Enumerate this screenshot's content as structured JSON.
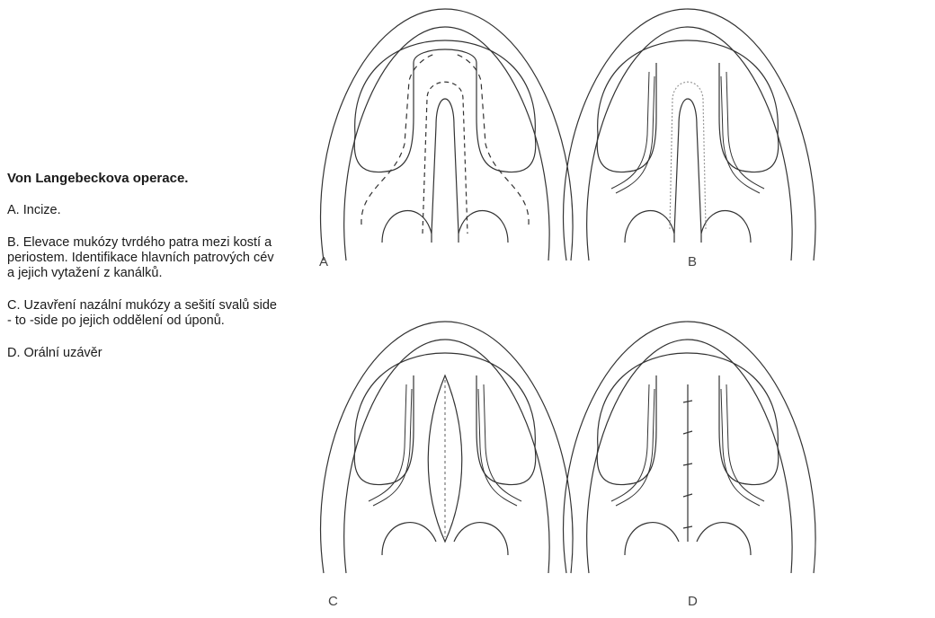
{
  "caption": {
    "title": "Von Langebeckova operace.",
    "a": "A. Incize.",
    "b": "B. Elevace mukózy tvrdého patra mezi kostí a periostem. Identifikace hlavních patrových cév a jejich vytažení z kanálků.",
    "c": "C.  Uzavření nazální mukózy a sešití svalů side - to -side po jejich oddělení od úponů.",
    "d": "D. Orální uzávěr"
  },
  "panels": [
    {
      "label": "A",
      "stage": "incisions"
    },
    {
      "label": "B",
      "stage": "mucosa-elevation"
    },
    {
      "label": "C",
      "stage": "nasal-closure"
    },
    {
      "label": "D",
      "stage": "oral-closure"
    }
  ],
  "colors": {
    "line": "#333333",
    "label": "#444444"
  }
}
